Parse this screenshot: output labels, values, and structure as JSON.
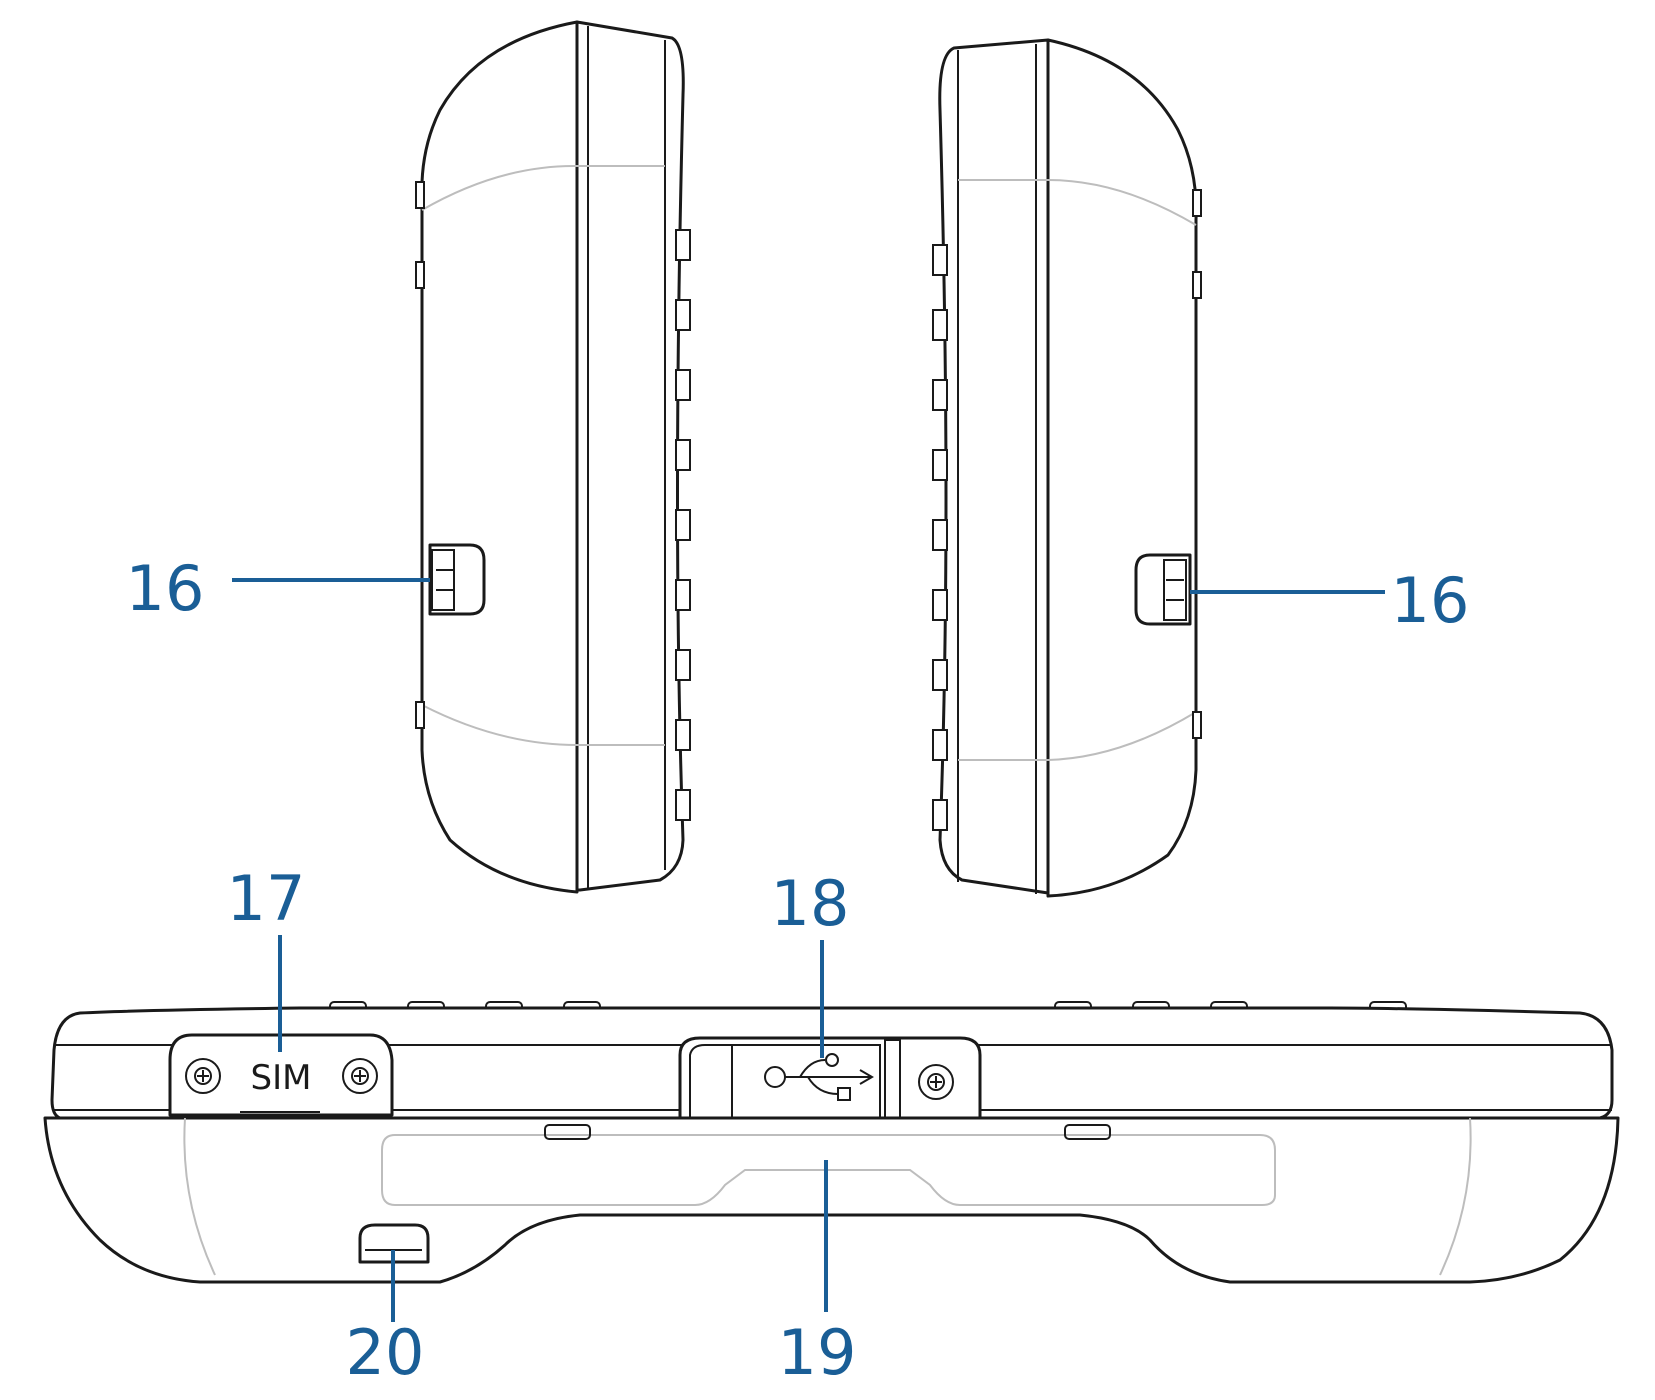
{
  "callouts": {
    "left_side_latch": "16",
    "right_side_latch": "16",
    "sim_cover": "17",
    "usb_port": "18",
    "battery_compartment": "19",
    "strap_slot": "20"
  },
  "sim_cover_label": "SIM",
  "callout_color": "#1a5e96",
  "icons": [
    "screw-icon",
    "usb-icon"
  ]
}
